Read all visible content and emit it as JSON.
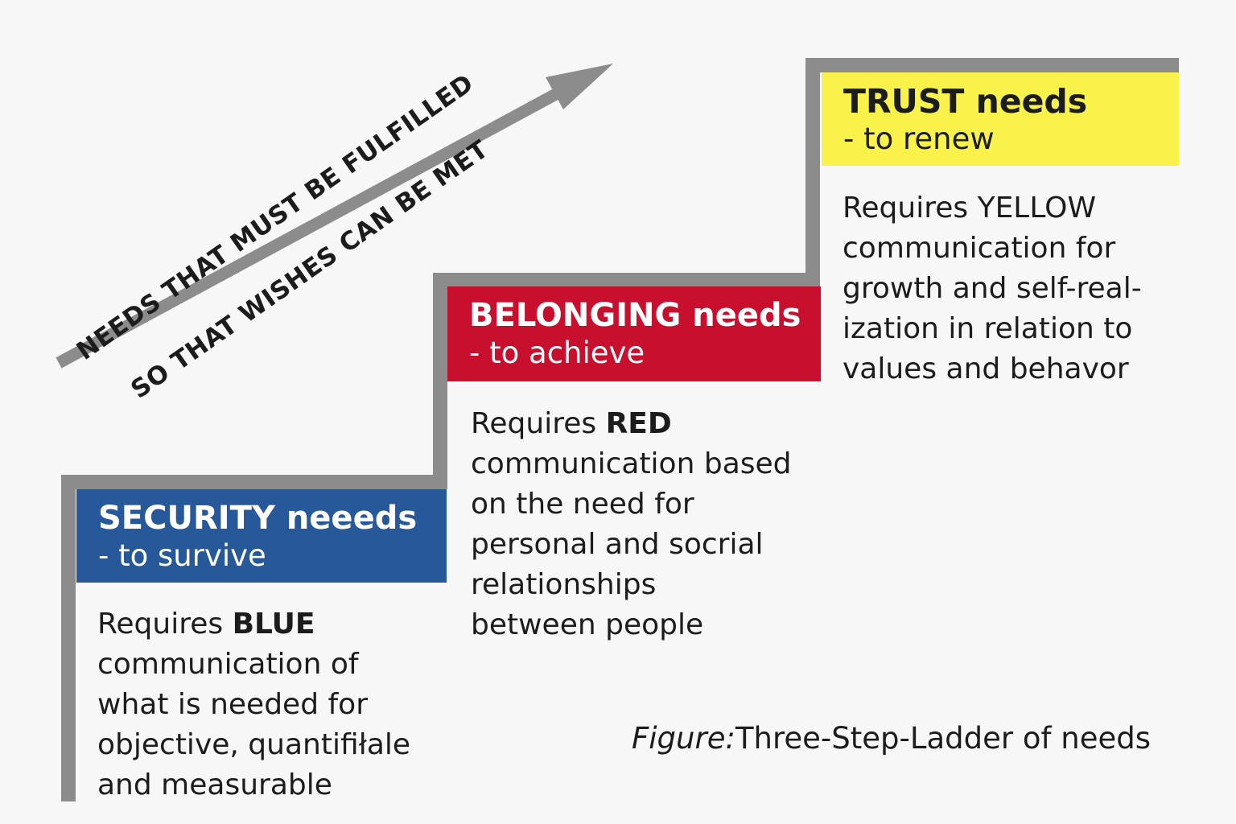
{
  "arrow": {
    "line1": "NEEDS THAT MUST BE FULFILLED",
    "line2": "SO THAT WISHES CAN BE MET"
  },
  "steps": [
    {
      "title": "SECURITY neeeds",
      "subtitle": "- to survive",
      "color": "#26589a",
      "desc_prefix": "Requires ",
      "desc_bold": "BLUE",
      "desc_lines": [
        "communication of",
        "what is needed for",
        "objective, quantifiłale",
        "and measurable"
      ]
    },
    {
      "title": "BELONGING needs",
      "subtitle": "- to achieve",
      "color": "#c8102e",
      "desc_prefix": "Requires ",
      "desc_bold": "RED",
      "desc_lines": [
        "communication based",
        "on the need for",
        "personal and socrial",
        "relationships",
        "between people"
      ]
    },
    {
      "title": "TRUST needs",
      "subtitle": "- to renew",
      "color": "#f8f24a",
      "desc_lines": [
        "Requires YELLOW",
        "communication for",
        "growth and self-real-",
        "ization in relation to",
        "values and behavor"
      ]
    }
  ],
  "caption": {
    "prefix": "Figure:",
    "text": "Three-Step-Ladder of needs"
  },
  "colors": {
    "ladder": "#8c8c8c",
    "arrow": "#8c8c8c",
    "background": "#f7f7f7"
  }
}
